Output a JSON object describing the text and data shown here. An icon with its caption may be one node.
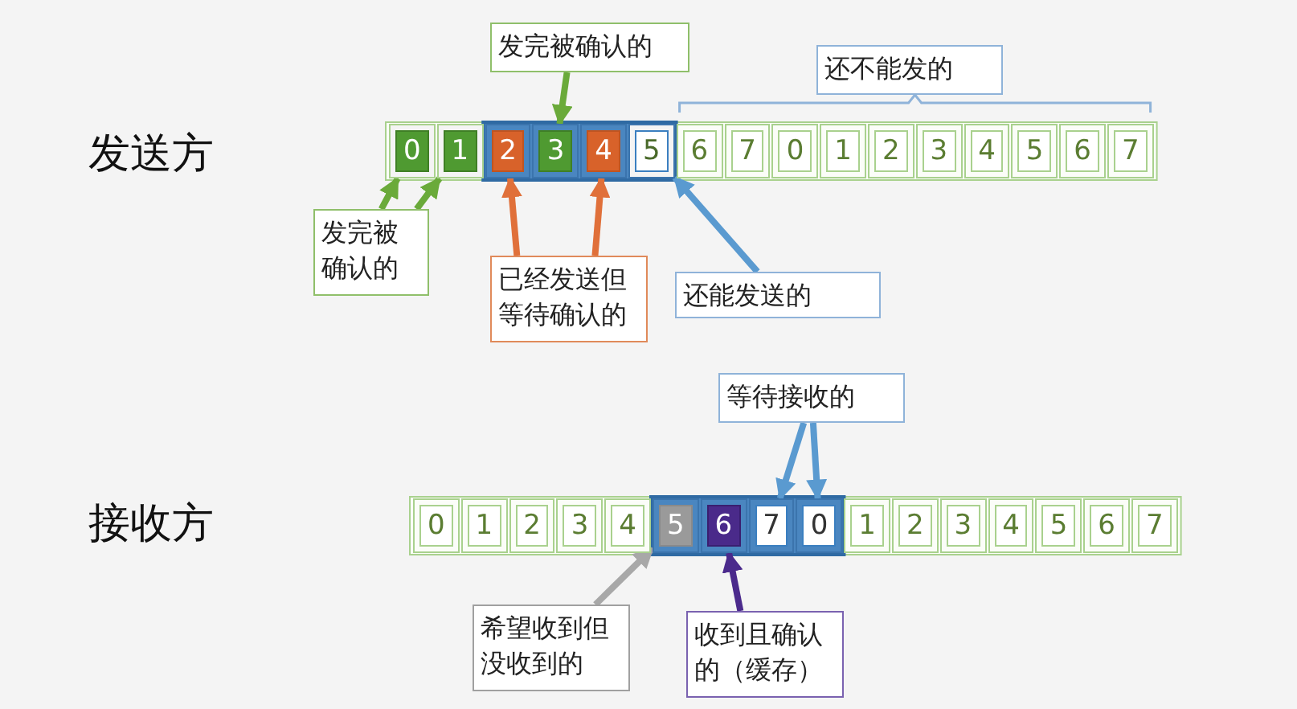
{
  "diagram": {
    "nodes": [
      {
        "text": [
          "0"
        ]
      },
      {
        "text": [
          "1"
        ]
      },
      {
        "text": [
          "2"
        ]
      },
      {
        "text": [
          "3"
        ]
      },
      {
        "text": [
          "4"
        ]
      },
      {
        "text": [
          "5"
        ]
      },
      {
        "text": [
          "6"
        ]
      },
      {
        "text": [
          "7"
        ]
      },
      {
        "text": [
          "0"
        ]
      },
      {
        "text": [
          "1"
        ]
      },
      {
        "text": [
          "2"
        ]
      },
      {
        "text": [
          "3"
        ]
      },
      {
        "text": [
          "4"
        ]
      },
      {
        "text": [
          "5"
        ]
      },
      {
        "text": [
          "6"
        ]
      },
      {
        "text": [
          "7"
        ]
      },
      {
        "text": [
          "发完被确认的"
        ]
      },
      {
        "text": [
          "还不能发的"
        ]
      },
      {
        "text": [
          "发完被确认的"
        ]
      },
      {
        "text": [
          "已经发送但等待确认的"
        ]
      },
      {
        "text": [
          "还能发送的"
        ]
      },
      {
        "text": [
          "0"
        ]
      },
      {
        "text": [
          "1"
        ]
      },
      {
        "text": [
          "2"
        ]
      },
      {
        "text": [
          "3"
        ]
      },
      {
        "text": [
          "4"
        ]
      },
      {
        "text": [
          "5"
        ]
      },
      {
        "text": [
          "6"
        ]
      },
      {
        "text": [
          "7"
        ]
      },
      {
        "text": [
          "0"
        ]
      },
      {
        "text": [
          "1"
        ]
      },
      {
        "text": [
          "2"
        ]
      },
      {
        "text": [
          "3"
        ]
      },
      {
        "text": [
          "4"
        ]
      },
      {
        "text": [
          "5"
        ]
      },
      {
        "text": [
          "6"
        ]
      },
      {
        "text": [
          "7"
        ]
      },
      {
        "text": [
          "等待接收的"
        ]
      },
      {
        "text": [
          "希望收到但没收到的"
        ]
      },
      {
        "text": [
          "收到且确认的（缓存）"
        ]
      }
    ],
    "edges": [
      {
        "from": 16,
        "to": 3,
        "arrow": "to",
        "color": "#6aaa3a"
      },
      {
        "from": 18,
        "to": 0,
        "arrow": "to",
        "color": "#6aaa3a"
      },
      {
        "from": 18,
        "to": 1,
        "arrow": "to",
        "color": "#6aaa3a"
      },
      {
        "from": 19,
        "to": 2,
        "arrow": "to",
        "color": "#e0703a"
      },
      {
        "from": 19,
        "to": 4,
        "arrow": "to",
        "color": "#e0703a"
      },
      {
        "from": 20,
        "to": 5,
        "arrow": "to",
        "color": "#5a9ad0"
      },
      {
        "from": 37,
        "to": 28,
        "arrow": "to",
        "color": "#5a9ad0"
      },
      {
        "from": 37,
        "to": 29,
        "arrow": "to",
        "color": "#5a9ad0"
      },
      {
        "from": 38,
        "to": 26,
        "arrow": "to",
        "color": "#a8a8a8"
      },
      {
        "from": 39,
        "to": 27,
        "arrow": "to",
        "color": "#4b2a8c"
      }
    ],
    "labels": [
      "发送方",
      "接收方"
    ]
  }
}
